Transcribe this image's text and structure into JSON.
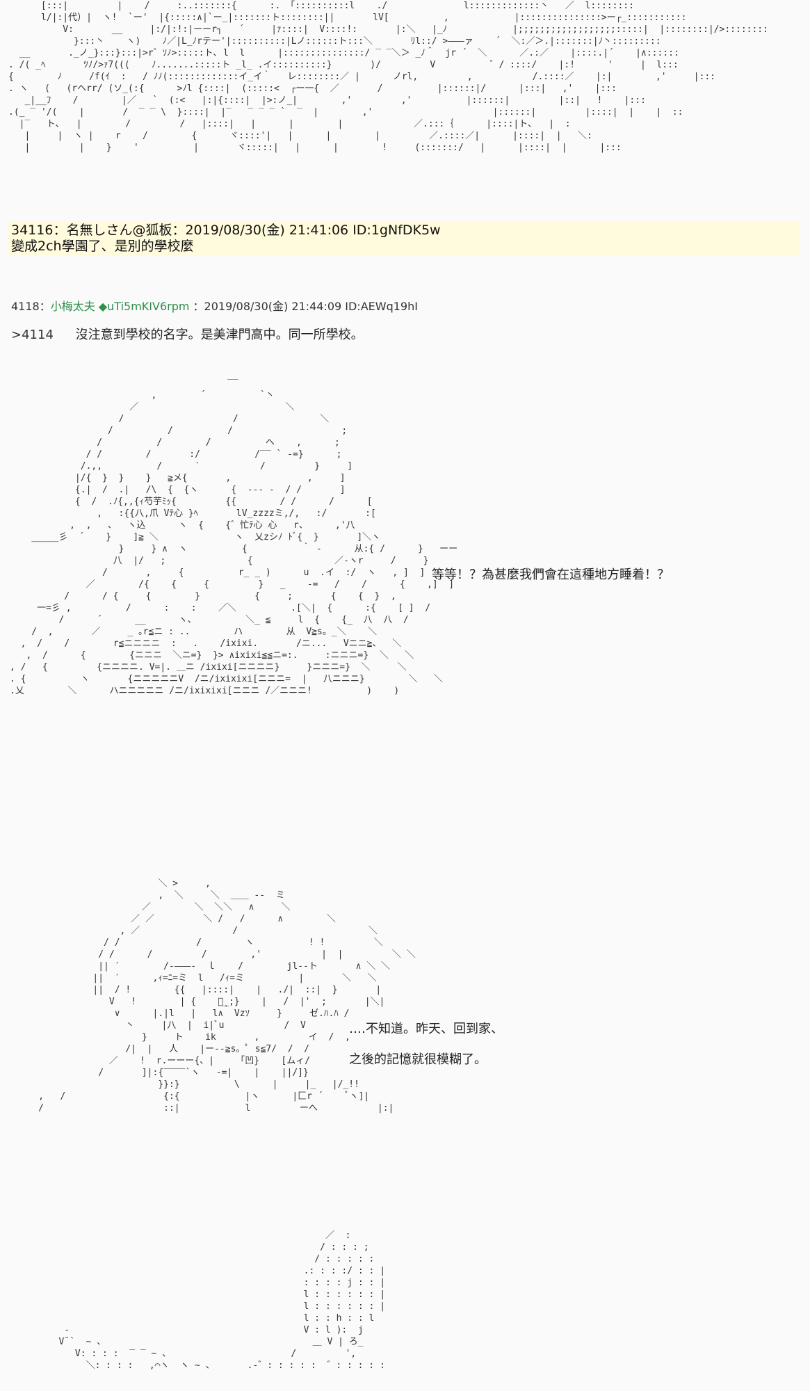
{
  "art": {
    "block1": [
      "      [:::|         |    /     :..:::::::{      :. 「::::::::::l    ./              l:::::::::::::丶   ／  l::::::::",
      "      l/|:|代）|  ヽ!  `ー'  |{:::::∧|`ー_|:::::::ト::::::::||       lV[          ,            |:::::::::::::::>ー┌_:::::::::::",
      "          V:       __     |:/|:!:|ーーr┐   ´     |ｧ::::|  V::::!:       |:＼   |_ﾉ            |;;;;;;;;;;;;;;;;;;:::::|  |::::::::|/>::::::::",
      "            }:::丶    ヽ)    ﾉ／|L_ﾉrテー'|::::::::::|Lノ::::::ト:::＼       ﾘl::/ >―――ァ    ´  ＼:／＞.|:::::::|ﾉ丶:::::::::",
      "  __       ._ノ_}:::}:::|>r゛ｿﾉ>:::::ト､ l  l      |:::::::::::::::/ ‾ ‾＼＞ _ﾉ＾  jr ´  ＼      ／.:／    |::::.|´    |∧::::::",
      ". /( _ﾍ       ﾂﾉ/>ｧ7(((    ﾉ.......:::::ト _l_ .イ::::::::::}       )/         V          ゛/ ::::/    |:!      '     |  l:::",
      "{        ﾉ     /f(ｲ  :   / ﾉﾉ(:::::::::::::イ_イ｀   レ::::::::／ |      ノrl,         ,           /.::::／    |:|        ,'     |:::",
      ". ヽ   (   (rヘrr/ (ソ_(:{      >ﾉl {::::|  (:::::<  ┌ー一{  ／       /          |::::::|/      |:::|   ,'    |:::",
      "   _|__ﾌ    /        |／   `  (:<   |:|{::::|  |>:ノ_|        ,'         ,'          |::::::|         |::|   !    |:::",
      ".(_ ‾ '/(    |       /  ‾ ‾ \\  }::::|  |‾   ‾ ‾ ‾ `  ‾  |        ,'                      |::::::|         |::::|  |    |  ::",
      "  |‾   ト､   |        /         /   |::::|   |      |        |             ／.:::｛      |::::|ト､   |  :",
      "   |     |  ヽ |    r    /        {      ヾ::::'|   |      |        |         ／.::::／|      |::::|  |   ＼:",
      "   |         |    }    '          |       ヾ:::::|   |      |        !     (:::::::/   |      |::::|  |      |:::"
    ],
    "block2": [
      "                                        ‾‾",
      "                          ,        ´          `丶",
      "                      ／                           ＼",
      "                    /                    /               ＼",
      "                  /          /          /                    ;",
      "                /          /        /          ヘ    ,      ;",
      "              / /        /       :/          /‾‾ ` ‐=}      ;",
      "             /.,,          /      ′           /         }     ]",
      "            |/{  }  }    }   ≧メ{       ,              ,     ]",
      "            {.|  /  .|   /\\  {  {ヽ      {  ‐‐‐ -  / /       ]",
      "            {  /  .ﾉ{,,{ｨ芍芋ﾐｯ{         {{        / /      /      [",
      "                ,   :{{八,爪 Vﾃ心 }ﾍ       lV_zzzzミ,/,   :/       :[",
      "           ,  ,   、  ヽ込      ヽ  {    {゛忙ﾃ心 心   r、     ,'八",
      "    _____彡  ´    }    ]≧ ＼              ヽ  乂zシﾉ ﾄﾞ{  }       ]＼ヽ",
      "                    }     } ∧  ヽ          {          ｀ ‐      从:{ /      }   ーー",
      "                   八  |/   ;               {               ／‐ヽr     /     }",
      "                 /       ,     {          r_ _ )      u  .イ  :/  ヽ   , ]  ]",
      "              ／        /{    {     {         }   _    -=   /    /      {    ,]  ]",
      "          /      / {     {        }          {     ;       {    {  }  ,",
      "     一=彡 ,          /      :    :    ／＼          .[＼|  {      :{    [ ]  /",
      "         /      ´      __      ヽ、         ＼_ ≦     l  {    {_  八  八  /",
      "    /  ,       ／     _ ｡r≦ニ : ..        ハ        从  V≧s。_＼    ＼",
      "  ,  /    /        r≦ニニニニ  :   .    /ixixi.       /ニ...   Vニニ≧、  ＼",
      "   ,  /      {        {ニニニ  ＼ニ=}  }> ∧ixixi≦≦ニ=:.     :ニニニ=}  ＼   ＼",
      ", /   {         {ニニニニ. V=|. ＿ニ /ixixi[ニニニニ}     }ニニニ=}  ＼     ＼",
      ". {          ヽ       {ニニニニニV  /ニ/ixixixi[ニニニ=  |   八ニニニ}        ＼   ＼",
      ".乂        ＼      ハニニニニニ /ニ/ixixixi[ニニニ /／ニニニ!          )    )"
    ],
    "block3": [
      "                           ＼ >     ,",
      "                           ,  ＼     ＼  ＿＿ -‐  ミ",
      "                        ／        ＼  ＼＼   ∧     ＼",
      "                      ／ ／         ＼ /   /      ∧        ＼",
      "                    , ／                 /                        ＼",
      "                 / /              /        ヽ          ! !         ＼",
      "                / /      /         /        ,'           |  |         ＼ ＼",
      "                || ′        /‐―――-  ｌ    /        jl--ト       ∧ ＼ ＼",
      "               ||  ′      ,ｨ=ﾆ=ミ  l   /ｨ=ミ          |       ＼   ＼",
      "               ||  / !        {{   |::::|    |   ./|  ::|  }       |",
      "                  V   !        | {    ヾ̣_;}    |   /  |'  ;       |＼|",
      "                   ∨      |.|l   |   l∧  Vzｿ     }     ゼ.ﾊ.ﾊ /",
      "                     丶     |八  |  i|ﾞu           /  V",
      "                        }     ト    ik       ,         イ  /  ,",
      "                     /|  |   人    |ー-‐≧s。ﾟ s≦7/  /  /",
      "                  ／    !  r.ーーー{、|    「凹}    [ムィ/",
      "                /       ]|:{‾‾‾‾`ヽ   -=|    |    ||/]}",
      "                           }}:}          \\      |     |_   |/_!!",
      "     ,   /                  {:{            |ヽ      |匚r ´    ﾞヽ]|",
      "     /                      ::|            l         ーへ           |:|"
    ],
    "block4": [
      "                                                          ／  :",
      "                                                         / : : : ;",
      "                                                        / : : : : :",
      "                                                      .: : : :/ : : |",
      "                                                      : : : : j : : |",
      "                                                      l : : : : : : |",
      "                                                      l : : : : : : |",
      "                                                      l : : h : : l",
      "          ‐                                           V : l ):  j",
      "         V¨`  ~ 、                                      ＿ V | ろ_",
      "            V: : : :  ‾ ‾ ~ 、                      /         ',",
      "              ＼: : : :   ,⌒ヽ  ヽ ~ 、      .‐゛: : : : :  ゛: : : : :"
    ]
  },
  "post_34116": {
    "header": "34116：名無しさん@狐板：2019/08/30(金) 21:41:06 ID:1gNfDK5w",
    "body": "變成2ch學園了、是別的學校麼"
  },
  "post_4118": {
    "number": "4118",
    "sep": "：",
    "name": "小梅太夫",
    "trip": "◆uTi5mKIV6rpm",
    "meta": "：2019/08/30(金) 21:44:09 ID:AEWq19hI",
    "reply_ref": ">4114",
    "reply_text": "沒注意到學校的名字。是美津門高中。同一所學校。"
  },
  "dialogue": {
    "line1": "等等！？為甚麼我們會在這種地方睡着！？",
    "line2": "‥‥不知道。昨天、回到家、",
    "line3": "之後的記憶就很模糊了。"
  },
  "colors": {
    "highlight_bg": "#fffbdc",
    "name_color": "#2f8f4a"
  }
}
